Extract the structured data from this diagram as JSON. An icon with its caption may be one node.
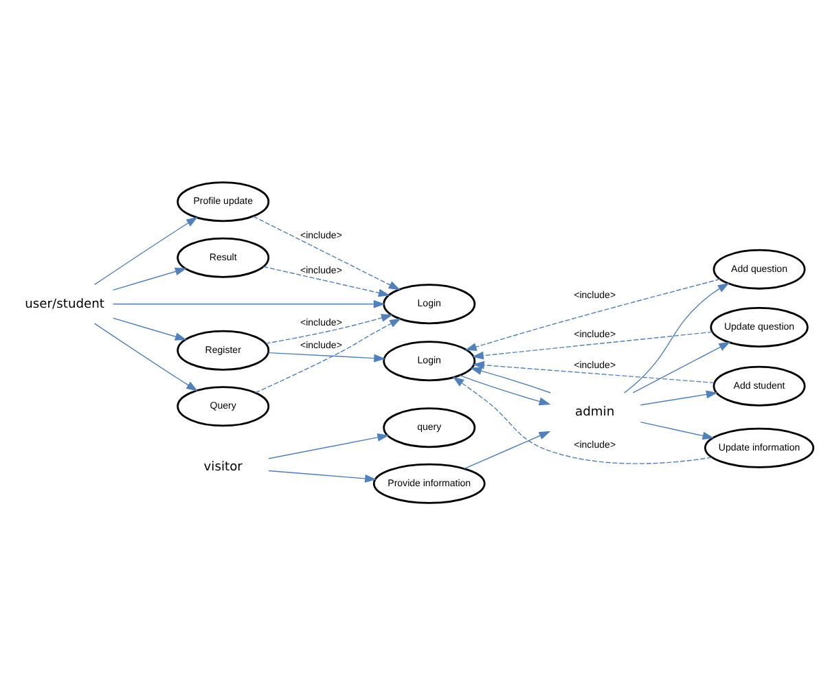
{
  "diagram": {
    "nodes": [
      {
        "text": [
          "user/student"
        ]
      },
      {
        "text": [
          "Login"
        ]
      },
      {
        "text": [
          "Query"
        ]
      },
      {
        "text": [
          "Profile update"
        ]
      },
      {
        "text": [
          "Register"
        ]
      },
      {
        "text": [
          "Result"
        ]
      },
      {
        "text": [
          "visitor"
        ]
      },
      {
        "text": [
          "Provide information"
        ]
      },
      {
        "text": [
          "query"
        ]
      },
      {
        "text": [
          "admin"
        ]
      },
      {
        "text": [
          "Login"
        ]
      },
      {
        "text": [
          "Add student"
        ]
      },
      {
        "text": [
          "Update question"
        ]
      },
      {
        "text": [
          "Add question"
        ]
      },
      {
        "text": [
          "Update information"
        ]
      }
    ],
    "edges": [
      {
        "from": 0,
        "to": 1,
        "arrow": "to"
      },
      {
        "from": 0,
        "to": 2,
        "arrow": "to"
      },
      {
        "from": 0,
        "to": 3,
        "arrow": "to"
      },
      {
        "from": 0,
        "to": 4,
        "arrow": "to"
      },
      {
        "from": 0,
        "to": 5,
        "arrow": "to"
      },
      {
        "from": 2,
        "to": 1,
        "arrow": "to",
        "style": "dashed",
        "label": "<include>"
      },
      {
        "from": 3,
        "to": 1,
        "arrow": "to",
        "style": "dashed",
        "label": "<include>"
      },
      {
        "from": 4,
        "to": 1,
        "arrow": "to",
        "style": "dashed",
        "label": "<include>"
      },
      {
        "from": 5,
        "to": 1,
        "arrow": "to",
        "style": "dashed",
        "label": "<include>"
      },
      {
        "from": 6,
        "to": 7,
        "arrow": "to"
      },
      {
        "from": 6,
        "to": 8,
        "arrow": "to"
      },
      {
        "from": 4,
        "to": 10,
        "arrow": "to"
      },
      {
        "from": 10,
        "to": 9,
        "arrow": "to"
      },
      {
        "from": 9,
        "to": 10,
        "arrow": "to"
      },
      {
        "from": 9,
        "to": 11,
        "arrow": "to"
      },
      {
        "from": 9,
        "to": 12,
        "arrow": "to"
      },
      {
        "from": 9,
        "to": 13,
        "arrow": "to"
      },
      {
        "from": 9,
        "to": 14,
        "arrow": "to"
      },
      {
        "from": 7,
        "to": 9,
        "arrow": "to"
      },
      {
        "from": 11,
        "to": 10,
        "arrow": "to",
        "style": "dashed",
        "label": "<include>"
      },
      {
        "from": 12,
        "to": 10,
        "arrow": "to",
        "style": "dashed",
        "label": "<include>"
      },
      {
        "from": 13,
        "to": 10,
        "arrow": "to",
        "style": "dashed",
        "label": "<include>"
      },
      {
        "from": 14,
        "to": 10,
        "arrow": "to",
        "style": "dashed",
        "label": "<include>"
      }
    ]
  }
}
